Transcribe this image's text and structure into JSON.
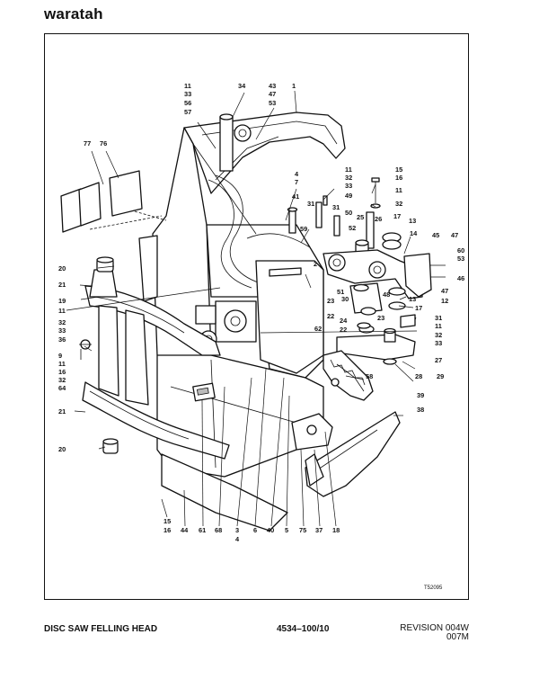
{
  "brand": "waratah",
  "figure_code": "T52095",
  "footer": {
    "title": "DISC SAW FELLING HEAD",
    "part_number": "4534–100/10",
    "revision_line1": "REVISION 004W",
    "revision_line2": "007M"
  },
  "labels": {
    "l11a": "11",
    "l33a": "33",
    "l56": "56",
    "l57": "57",
    "l34": "34",
    "l43": "43",
    "l47a": "47",
    "l53a": "53",
    "l1": "1",
    "l77": "77",
    "l76": "76",
    "l4a": "4",
    "l7": "7",
    "l41": "41",
    "l11b": "11",
    "l32a": "32",
    "l33b": "33",
    "l15a": "15",
    "l16a": "16",
    "l11c": "11",
    "l32b": "32",
    "l49": "49",
    "l31a": "31",
    "l31b": "31",
    "l50": "50",
    "l52": "52",
    "l25": "25",
    "l26": "26",
    "l17a": "17",
    "l13a": "13",
    "l59": "59",
    "l14": "14",
    "l45": "45",
    "l47b": "47",
    "l60": "60",
    "l53b": "53",
    "l46": "46",
    "l47c": "47",
    "l12": "12",
    "l20a": "20",
    "l21a": "21",
    "l19": "19",
    "l2": "2",
    "l51": "51",
    "l48": "48",
    "l13b": "13",
    "l23a": "23",
    "l30": "30",
    "l17b": "17",
    "l22a": "22",
    "l11d": "11",
    "l32c": "32",
    "l33c": "33",
    "l36": "36",
    "l24": "24",
    "l23b": "23",
    "l22b": "22",
    "l31c": "31",
    "l11e": "11",
    "l32d": "32",
    "l33d": "33",
    "l62": "62",
    "l9": "9",
    "l11f": "11",
    "l16b": "16",
    "l32e": "32",
    "l64": "64",
    "l27": "27",
    "l28": "28",
    "l29": "29",
    "l58": "58",
    "l39": "39",
    "l38": "38",
    "l21b": "21",
    "l20b": "20",
    "l15b": "15",
    "l16c": "16",
    "l44": "44",
    "l61": "61",
    "l68": "68",
    "l3": "3",
    "l4b": "4",
    "l6": "6",
    "l40": "40",
    "l5": "5",
    "l75": "75",
    "l37": "37",
    "l18": "18"
  }
}
